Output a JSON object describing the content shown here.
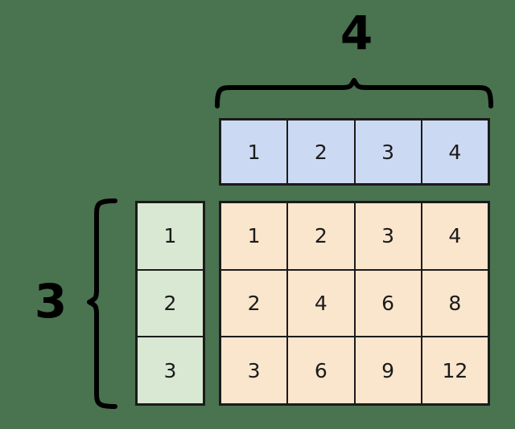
{
  "background_color": "#4a7350",
  "palette": {
    "column_header_fill": "#ccd9f2",
    "row_header_fill": "#d9e8d2",
    "product_fill": "#fae5cd",
    "border": "#1b1b1b",
    "text": "#1b1b1b",
    "label": "#000000"
  },
  "labels": {
    "columns_count": "4",
    "rows_count": "3"
  },
  "braces": {
    "columns_brace_icon": "curly-brace-down-icon",
    "rows_brace_icon": "curly-brace-right-icon"
  },
  "chart_data": {
    "type": "table",
    "title": "",
    "columns": [
      "1",
      "2",
      "3",
      "4"
    ],
    "rows": [
      "1",
      "2",
      "3"
    ],
    "values": [
      [
        "1",
        "2",
        "3",
        "4"
      ],
      [
        "2",
        "4",
        "6",
        "8"
      ],
      [
        "3",
        "6",
        "9",
        "12"
      ]
    ],
    "column_header_label": "4",
    "row_header_label": "3",
    "grid": true,
    "legend": "none"
  }
}
